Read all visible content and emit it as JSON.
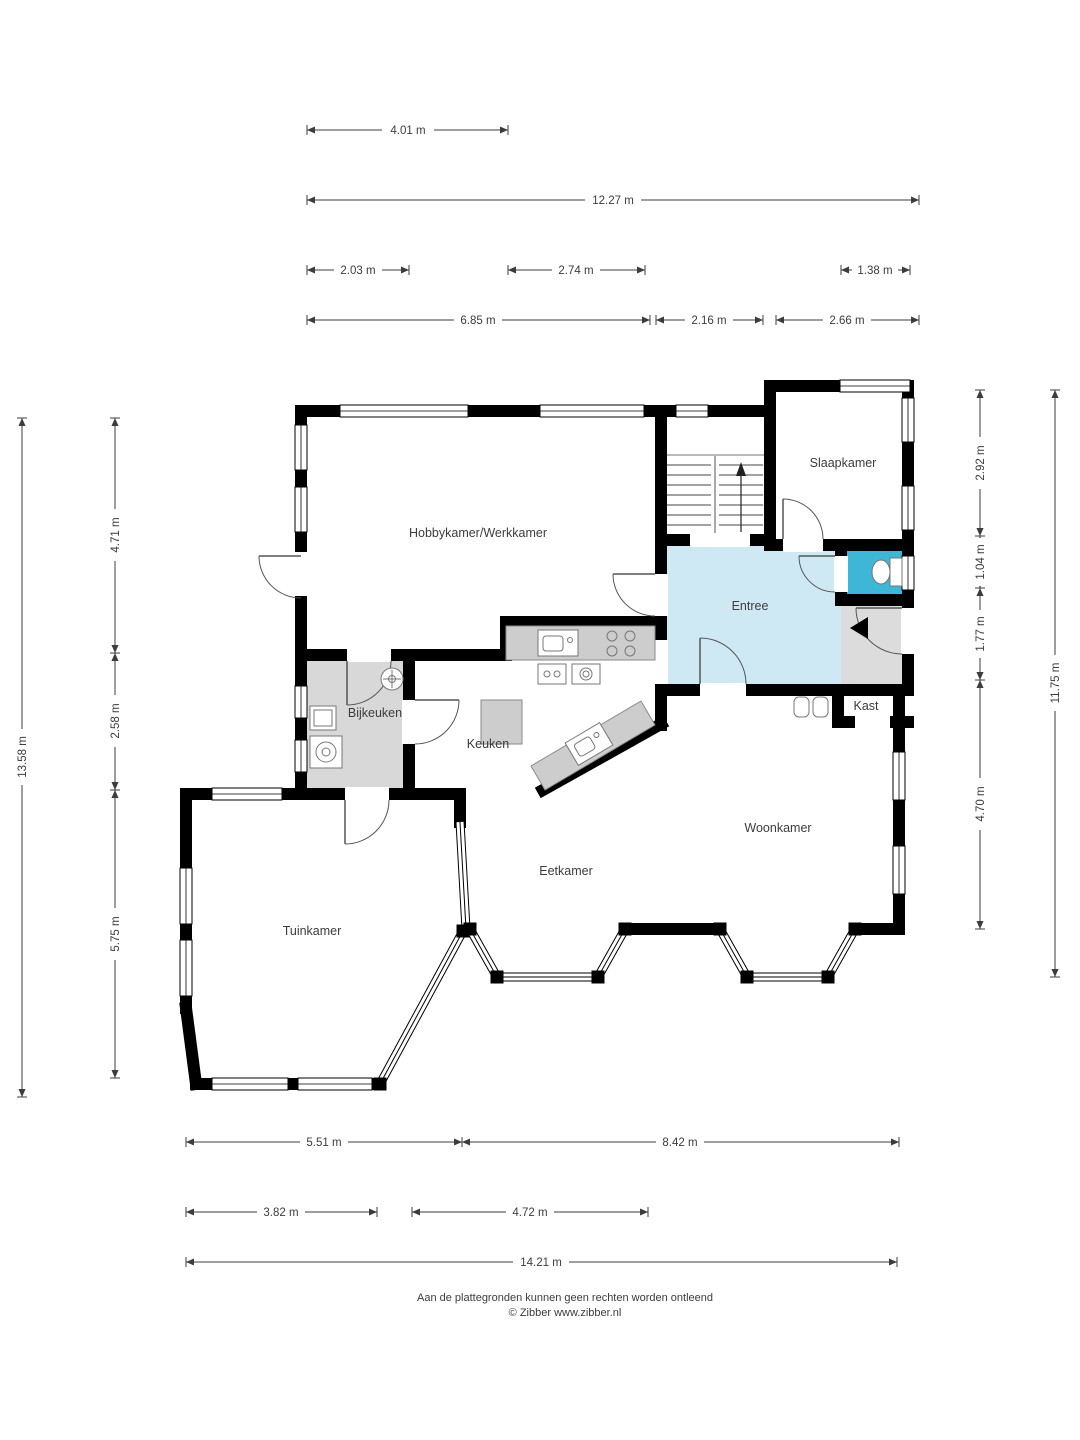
{
  "meta": {
    "type": "floorplan",
    "language": "nl"
  },
  "colors": {
    "wall": "#000000",
    "entree_fill": "#cfe9f4",
    "hall_fill": "#dcdcdc",
    "utility_fill": "#d8d8d8",
    "bathroom_fill": "#3eb7d7",
    "counter_fill": "#cdcdcd",
    "dim_line": "#3c3c3c",
    "background": "#ffffff"
  },
  "rooms": [
    {
      "id": "hobbykamer",
      "label": "Hobbykamer/Werkkamer"
    },
    {
      "id": "slaapkamer",
      "label": "Slaapkamer"
    },
    {
      "id": "entree",
      "label": "Entree"
    },
    {
      "id": "bijkeuken",
      "label": "Bijkeuken"
    },
    {
      "id": "keuken",
      "label": "Keuken"
    },
    {
      "id": "kast",
      "label": "Kast"
    },
    {
      "id": "woonkamer",
      "label": "Woonkamer"
    },
    {
      "id": "eetkamer",
      "label": "Eetkamer"
    },
    {
      "id": "tuinkamer",
      "label": "Tuinkamer"
    }
  ],
  "dimensions": {
    "top": [
      "4.01 m",
      "12.27 m",
      "2.03 m",
      "2.74 m",
      "1.38 m",
      "6.85 m",
      "2.16 m",
      "2.66 m"
    ],
    "left": [
      "4.71 m",
      "2.58 m",
      "5.75 m",
      "13.58 m"
    ],
    "right": [
      "2.92 m",
      "1.04 m",
      "1.77 m",
      "4.70 m",
      "11.75 m"
    ],
    "bottom": [
      "5.51 m",
      "8.42 m",
      "3.82 m",
      "4.72 m",
      "14.21 m"
    ]
  },
  "footer": {
    "disclaimer": "Aan de plattegronden kunnen geen rechten worden ontleend",
    "copyright": "© Zibber www.zibber.nl"
  }
}
